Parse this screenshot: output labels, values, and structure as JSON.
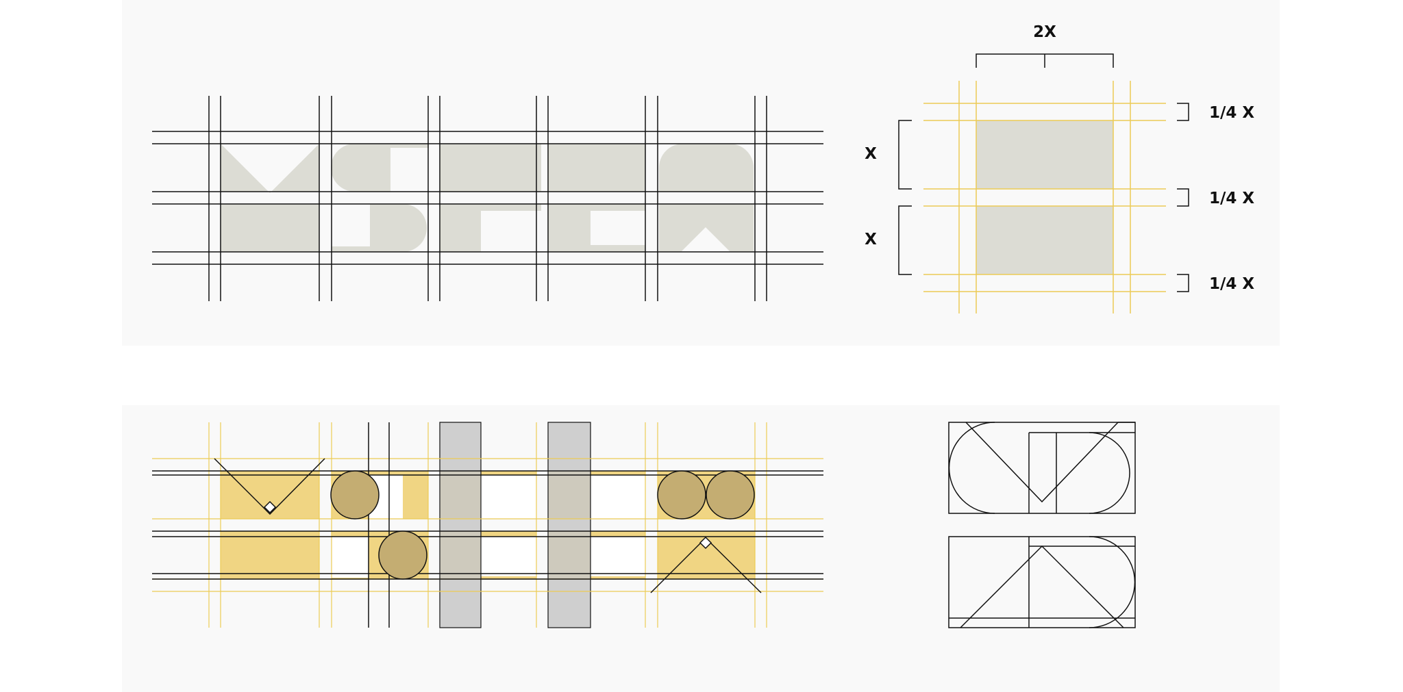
{
  "labels": {
    "width": "2X",
    "height_top": "X",
    "height_bottom": "X",
    "gap_top": "1/4 X",
    "gap_middle": "1/4 X",
    "gap_bottom": "1/4 X"
  },
  "colors": {
    "background": "#ffffff",
    "panel": "#f9f9f9",
    "glyph": "#dcdcd4",
    "yellow": "#f0d583",
    "guide_yellow": "#eccb55",
    "circle": "#c4ad72",
    "column": "#c8c8c8",
    "line": "#111111"
  }
}
